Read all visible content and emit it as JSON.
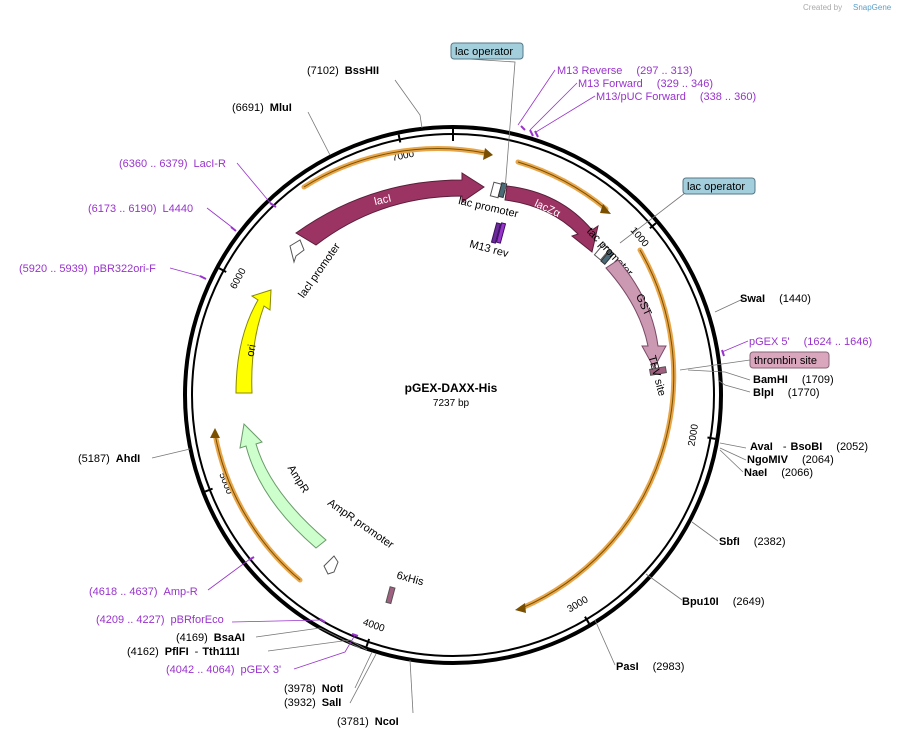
{
  "credit": {
    "prefix": "Created by",
    "brand": "SnapGene"
  },
  "plasmid": {
    "name": "pGEX-DAXX-His",
    "size_label": "7237 bp",
    "length": 7237
  },
  "ticks": [
    {
      "label": "1000",
      "pos": 1000
    },
    {
      "label": "2000",
      "pos": 2000
    },
    {
      "label": "3000",
      "pos": 3000
    },
    {
      "label": "4000",
      "pos": 4000
    },
    {
      "label": "5000",
      "pos": 5000
    },
    {
      "label": "6000",
      "pos": 6000
    },
    {
      "label": "7000",
      "pos": 7000
    }
  ],
  "sites": [
    {
      "name": "BssHII",
      "pos": "(7102)"
    },
    {
      "name": "MluI",
      "pos": "(6691)"
    },
    {
      "name": "SwaI",
      "pos": "(1440)"
    },
    {
      "name": "BamHI",
      "pos": "(1709)"
    },
    {
      "name": "BlpI",
      "pos": "(1770)"
    },
    {
      "name": "AvaI",
      "name2": "BsoBI",
      "pos": "(2052)"
    },
    {
      "name": "NgoMIV",
      "pos": "(2064)"
    },
    {
      "name": "NaeI",
      "pos": "(2066)"
    },
    {
      "name": "SbfI",
      "pos": "(2382)"
    },
    {
      "name": "Bpu10I",
      "pos": "(2649)"
    },
    {
      "name": "PasI",
      "pos": "(2983)"
    },
    {
      "name": "NcoI",
      "pos": "(3781)"
    },
    {
      "name": "SalI",
      "pos": "(3932)"
    },
    {
      "name": "NotI",
      "pos": "(3978)"
    },
    {
      "name": "PflFI",
      "name2": "Tth111I",
      "pos": "(4162)"
    },
    {
      "name": "BsaAI",
      "pos": "(4169)"
    },
    {
      "name": "AhdI",
      "pos": "(5187)"
    }
  ],
  "primers": [
    {
      "name": "M13 Reverse",
      "range": "(297 .. 313)"
    },
    {
      "name": "M13 Forward",
      "range": "(329 .. 346)"
    },
    {
      "name": "M13/pUC Forward",
      "range": "(338 .. 360)"
    },
    {
      "name": "pGEX 5'",
      "range": "(1624 .. 1646)"
    },
    {
      "name": "LacI-R",
      "range": "(6360 .. 6379)"
    },
    {
      "name": "L4440",
      "range": "(6173 .. 6190)"
    },
    {
      "name": "pBR322ori-F",
      "range": "(5920 .. 5939)"
    },
    {
      "name": "Amp-R",
      "range": "(4618 .. 4637)"
    },
    {
      "name": "pBRforEco",
      "range": "(4209 .. 4227)"
    },
    {
      "name": "pGEX 3'",
      "range": "(4042 .. 4064)"
    }
  ],
  "boxed": [
    {
      "label": "lac operator"
    },
    {
      "label": "lac operator"
    },
    {
      "label": "thrombin site"
    }
  ],
  "features": {
    "lacI": "lacI",
    "lacI_promoter": "lacI promoter",
    "lac_promoter_1": "lac promoter",
    "lac_promoter_2": "tac promoter",
    "lacZa": "lacZα",
    "m13rev": "M13 rev",
    "gst": "GST",
    "tev": "TEV site",
    "ori": "ori",
    "ampr": "AmpR",
    "ampr_promoter": "AmpR promoter",
    "his": "6xHis"
  },
  "colors": {
    "lacI": "#9c3463",
    "lacZa": "#9c3463",
    "gst": "#cc99b2",
    "ori": "#ffff00",
    "ampr": "#ccffcc",
    "primer": "#9933cc",
    "orf": "#e8a64a",
    "operator": "#a3cfdc",
    "thrombin": "#d9a6bd",
    "backbone": "#000000"
  }
}
